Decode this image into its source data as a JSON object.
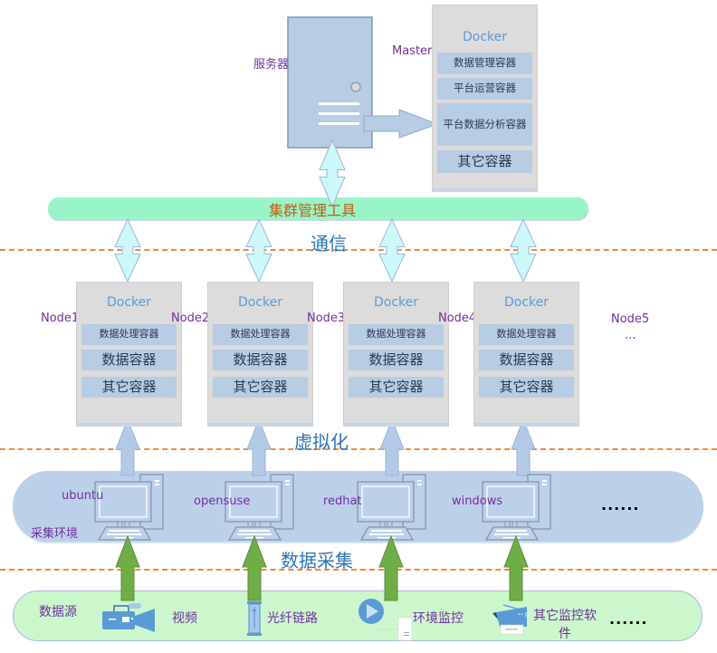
{
  "server": {
    "label": "服务器"
  },
  "master": {
    "label": "Master",
    "docker_label": "Docker",
    "containers": [
      "数据管理容器",
      "平台运营容器",
      "平台数据分析容器",
      "其它容器"
    ]
  },
  "cluster_tool": {
    "label": "集群管理工具"
  },
  "layers": {
    "communication": "通信",
    "virtualization": "虚拟化",
    "data_collection": "数据采集"
  },
  "nodes": [
    {
      "label": "Node1",
      "docker_label": "Docker",
      "containers": [
        "数据处理容器",
        "数据容器",
        "其它容器"
      ]
    },
    {
      "label": "Node2",
      "docker_label": "Docker",
      "containers": [
        "数据处理容器",
        "数据容器",
        "其它容器"
      ]
    },
    {
      "label": "Node3",
      "docker_label": "Docker",
      "containers": [
        "数据处理容器",
        "数据容器",
        "其它容器"
      ]
    },
    {
      "label": "Node4",
      "docker_label": "Docker",
      "containers": [
        "数据处理容器",
        "数据容器",
        "其它容器"
      ]
    }
  ],
  "node_more": {
    "label": "Node5",
    "ellipsis": "..."
  },
  "collection_env": {
    "label": "采集环境",
    "systems": [
      "ubuntu",
      "opensuse",
      "redhat",
      "windows"
    ],
    "more": "......"
  },
  "data_sources": {
    "label": "数据源",
    "items": [
      {
        "icon": "video-camera-icon",
        "label": "视频"
      },
      {
        "icon": "fiber-link-icon",
        "label": "光纤链路"
      },
      {
        "icon": "media-play-icon",
        "label": "环境监控"
      },
      {
        "icon": "printer-icon",
        "label": "其它监控软件"
      }
    ],
    "more": "......"
  },
  "colors": {
    "cluster_band": "#99f5c8",
    "collection_band": "#bdd0ea",
    "source_band": "#ccf7cc",
    "dashed_line": "#f08a3c",
    "label_purple": "#7030a0",
    "section_blue": "#2e75b6",
    "container_fill": "#b8cce4",
    "docker_fill": "#dcdcdc",
    "up_arrow_green": "#70ad47",
    "up_arrow_blue": "#b4c9e6",
    "double_arrow": "#ccf8fc"
  }
}
